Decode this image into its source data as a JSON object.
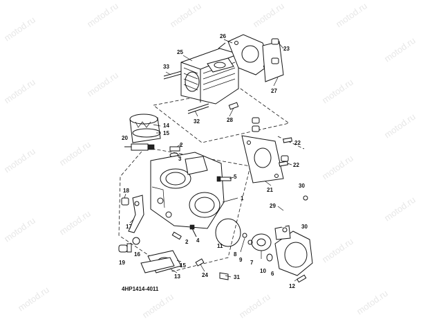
{
  "watermark": "motod.ru",
  "diagram_code": "4HP1414-4011",
  "callouts": {
    "c1": "1",
    "c2a": "2",
    "c2b": "2",
    "c3": "3",
    "c4": "4",
    "c5": "5",
    "c6": "6",
    "c7": "7",
    "c8": "8",
    "c9": "9",
    "c10": "10",
    "c11": "11",
    "c12": "12",
    "c13": "13",
    "c14": "14",
    "c15a": "15",
    "c15b": "15",
    "c16": "16",
    "c17": "17",
    "c18": "18",
    "c19": "19",
    "c20": "20",
    "c21": "21",
    "c22a": "22",
    "c22b": "22",
    "c23": "23",
    "c24": "24",
    "c25": "25",
    "c26": "26",
    "c27": "27",
    "c28": "28",
    "c29": "29",
    "c30a": "30",
    "c30b": "30",
    "c31": "31",
    "c32": "32",
    "c33": "33"
  }
}
